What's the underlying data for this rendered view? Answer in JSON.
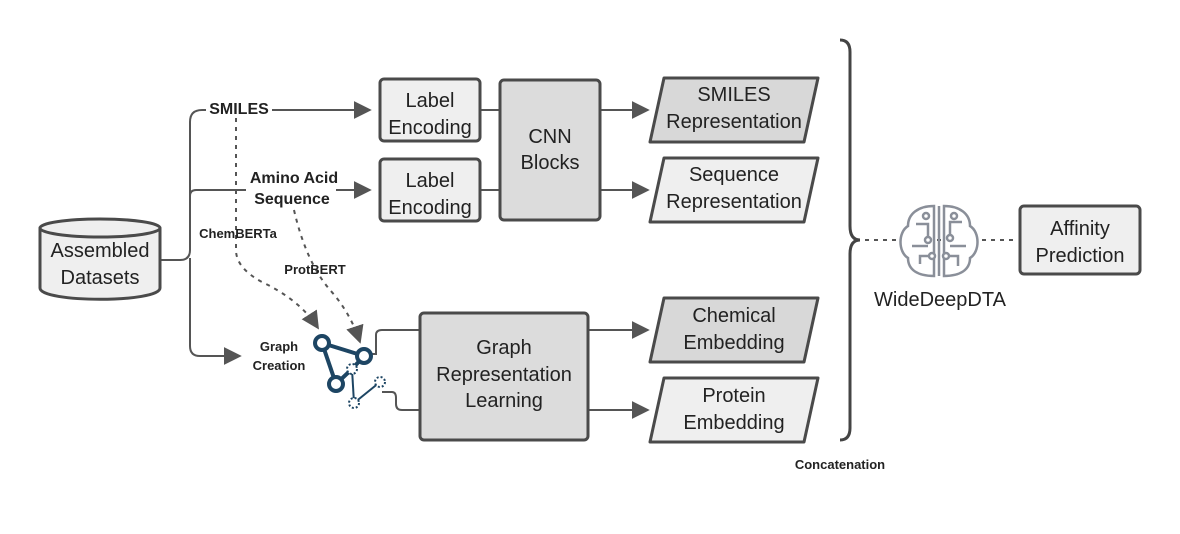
{
  "nodes": {
    "datasets": [
      "Assembled",
      "Datasets"
    ],
    "label_enc_1": [
      "Label",
      "Encoding"
    ],
    "label_enc_2": [
      "Label",
      "Encoding"
    ],
    "cnn": [
      "CNN",
      "Blocks"
    ],
    "smiles_rep": [
      "SMILES",
      "Representation"
    ],
    "seq_rep": [
      "Sequence",
      "Representation"
    ],
    "grl": [
      "Graph",
      "Representation",
      "Learning"
    ],
    "chem_emb": [
      "Chemical",
      "Embedding"
    ],
    "prot_emb": [
      "Protein",
      "Embedding"
    ],
    "affinity": [
      "Affinity",
      "Prediction"
    ]
  },
  "edge_labels": {
    "smiles": "SMILES",
    "amino": [
      "Amino Acid",
      "Sequence"
    ],
    "chemberta": "ChemBERTa",
    "protbert": "ProtBERT",
    "graph_creation": [
      "Graph",
      "Creation"
    ],
    "concatenation": "Concatenation"
  },
  "model_name": "WideDeepDTA",
  "icons": {
    "graph": "graph-network-icon",
    "brain": "brain-circuit-icon"
  },
  "colors": {
    "graph_icon": "#1d4563",
    "brain_icon": "#8a8f99",
    "box_stroke": "#4a4a4a"
  }
}
